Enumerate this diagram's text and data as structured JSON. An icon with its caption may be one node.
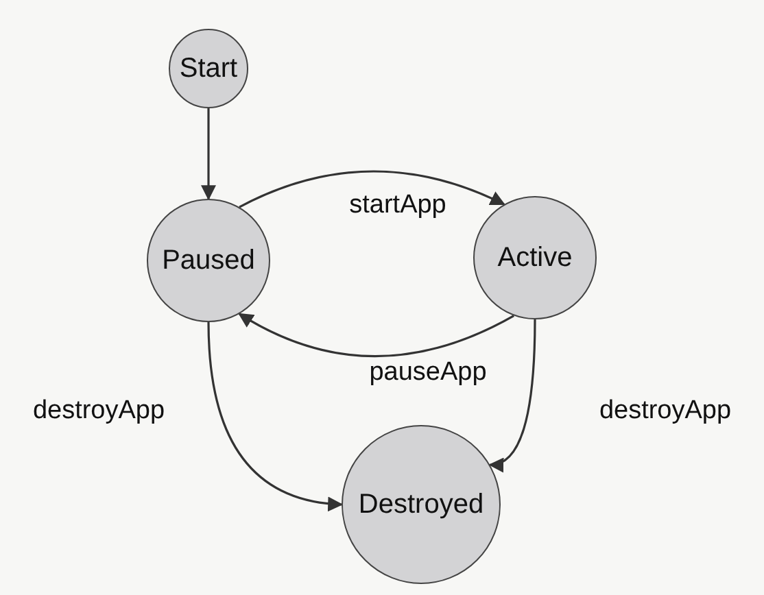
{
  "diagram": {
    "nodes": [
      {
        "text": [
          "Start"
        ]
      },
      {
        "text": [
          "Paused"
        ]
      },
      {
        "text": [
          "Active"
        ]
      },
      {
        "text": [
          "Destroyed"
        ]
      }
    ],
    "edges": [
      {
        "from": 0,
        "to": 1,
        "arrow": "to"
      },
      {
        "from": 1,
        "to": 2,
        "arrow": "to",
        "label": "startApp"
      },
      {
        "from": 2,
        "to": 1,
        "arrow": "to",
        "label": "pauseApp"
      },
      {
        "from": 1,
        "to": 3,
        "arrow": "to",
        "label": "destroyApp"
      },
      {
        "from": 2,
        "to": 3,
        "arrow": "to",
        "label": "destroyApp"
      }
    ]
  }
}
